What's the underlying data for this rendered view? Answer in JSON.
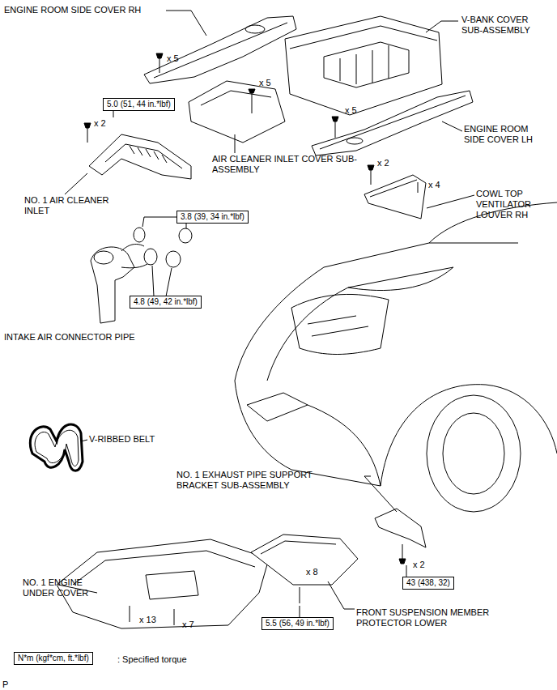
{
  "diagram": {
    "nodes": [
      {
        "text": [
          "5.0 (51, 44 in.*lbf)"
        ]
      },
      {
        "text": [
          "3.8 (39, 34 in.*lbf)"
        ]
      },
      {
        "text": [
          "4.8 (49, 42 in.*lbf)"
        ]
      },
      {
        "text": [
          "43 (438, 32)"
        ]
      },
      {
        "text": [
          "5.5 (56, 49 in.*lbf)"
        ]
      },
      {
        "text": [
          "N*m (kgf*cm, ft.*lbf)"
        ]
      }
    ],
    "edges": [],
    "labels": [
      "ENGINE ROOM SIDE COVER RH",
      "x 5",
      "V-BANK COVER SUB-ASSEMBLY",
      "x 5",
      "x 2",
      "x 5",
      "ENGINE ROOM SIDE COVER LH",
      "AIR CLEANER INLET COVER SUB-ASSEMBLY",
      "x 2",
      "x 4",
      "COWL TOP VENTILATOR LOUVER RH",
      "NO. 1 AIR CLEANER INLET",
      "INTAKE AIR CONNECTOR PIPE",
      "V-RIBBED BELT",
      "NO. 1 EXHAUST PIPE SUPPORT BRACKET SUB-ASSEMBLY",
      "x 2",
      "NO. 1 ENGINE UNDER COVER",
      "x 8",
      "x 13",
      "x 7",
      "FRONT SUSPENSION MEMBER PROTECTOR LOWER",
      ": Specified torque",
      "P"
    ]
  }
}
